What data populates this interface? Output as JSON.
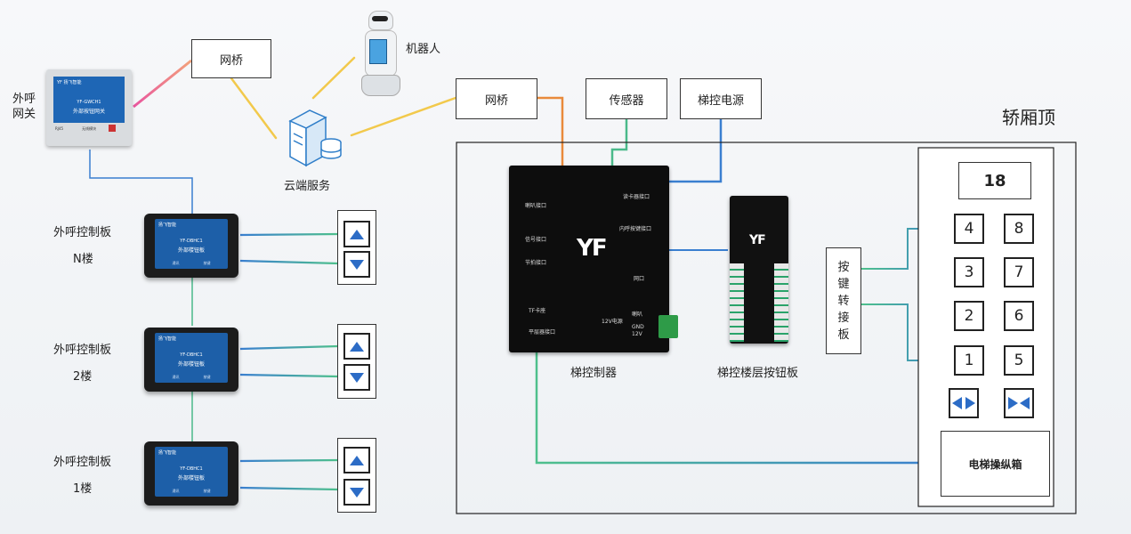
{
  "gateway": {
    "side_label": "外呼\n网关",
    "brand": "YF 扬飞智能",
    "model": "YF-GWCH1",
    "name": "外部按钮网关",
    "port1": "RJ45",
    "port2": "无线模块"
  },
  "bridge_top": "网桥",
  "robot_label": "机器人",
  "cloud_label": "云端服务",
  "bridge_mid": "网桥",
  "sensor_label": "传感器",
  "power_label": "梯控电源",
  "cabin_title": "轿厢顶",
  "controllers": [
    {
      "label": "外呼控制板",
      "sub": "N楼",
      "brand": "扬飞智能",
      "model": "YF-DBHC1",
      "name": "外部楼钮板",
      "b1": "通讯",
      "b2": "按键"
    },
    {
      "label": "外呼控制板",
      "sub": "2楼",
      "brand": "扬飞智能",
      "model": "YF-DBHC1",
      "name": "外部楼钮板",
      "b1": "通讯",
      "b2": "按键"
    },
    {
      "label": "外呼控制板",
      "sub": "1楼",
      "brand": "扬飞智能",
      "model": "YF-DBHC1",
      "name": "外部楼钮板",
      "b1": "通讯",
      "b2": "按键"
    }
  ],
  "elevator_controller": {
    "caption": "梯控制器",
    "logo": "YF",
    "ports": [
      "喇叭接口",
      "信号接口",
      "节拍接口",
      "TF卡座",
      "平层器接口",
      "读卡器接口",
      "内呼按键接口",
      "网口",
      "12V电源",
      "喇叭",
      "GND",
      "12V"
    ]
  },
  "floor_button_board": {
    "caption": "梯控楼层按钮板",
    "logo": "YF"
  },
  "adapter_board": {
    "chars": [
      "按",
      "键",
      "转",
      "接",
      "板"
    ]
  },
  "car_panel": {
    "display": "18",
    "buttons": [
      "4",
      "8",
      "3",
      "7",
      "2",
      "6",
      "1",
      "5"
    ],
    "open_icon": "door-open-icon",
    "close_icon": "door-close-icon",
    "operation_box": "电梯操纵箱"
  },
  "colors": {
    "wire_blue": "#3a7fd0",
    "wire_green": "#4ab98a",
    "wire_pink": "#e96aa0",
    "wire_yellow": "#f2c94c",
    "wire_orange": "#e98a3b",
    "accent": "#2c6cc6"
  }
}
